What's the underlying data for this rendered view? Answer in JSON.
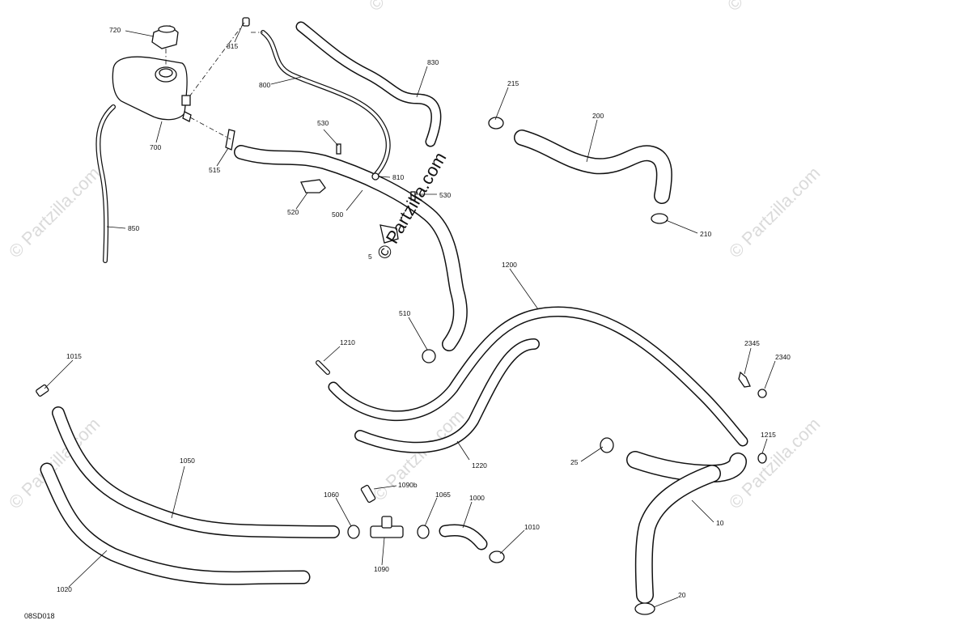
{
  "watermark": {
    "main": "© Partzilla.com",
    "faint": "© Partzilla.com"
  },
  "diagram_code": "08SD018",
  "callouts": {
    "c720": "720",
    "c815": "815",
    "c800": "800",
    "c830": "830",
    "c700": "700",
    "c515": "515",
    "c530a": "530",
    "c810": "810",
    "c530b": "530",
    "c520": "520",
    "c500": "500",
    "c850": "850",
    "c215": "215",
    "c200": "200",
    "c210": "210",
    "c1200": "1200",
    "c510": "510",
    "c1210": "1210",
    "c2345": "2345",
    "c2340": "2340",
    "c1015": "1015",
    "c1215": "1215",
    "c25": "25",
    "c1220": "1220",
    "c1050": "1050",
    "c10": "10",
    "c1090b": "1090b",
    "c1060": "1060",
    "c1065": "1065",
    "c1000": "1000",
    "c1010": "1010",
    "c1090": "1090",
    "c1020": "1020",
    "c20": "20",
    "c5": "5"
  }
}
